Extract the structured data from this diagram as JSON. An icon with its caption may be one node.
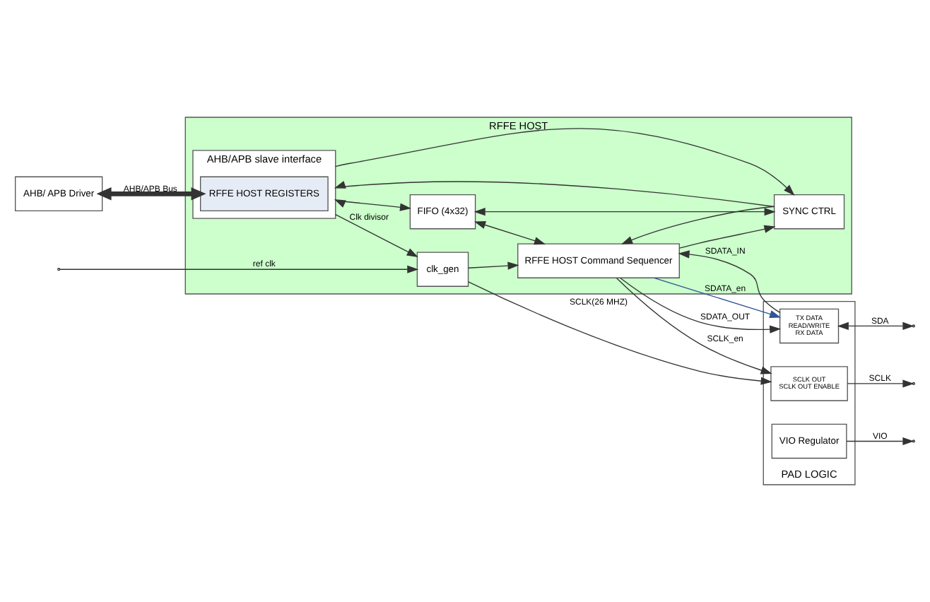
{
  "diagram": {
    "nodes": [
      {
        "text": [
          "RFFE HOST"
        ]
      },
      {
        "text": [
          "clk_gen"
        ],
        "in": 0
      },
      {
        "text": [
          "AHB/APB slave interface"
        ],
        "in": 0
      },
      {
        "text": [
          "RFFE HOST REGISTERS"
        ],
        "in": 2
      },
      {
        "text": [
          "FIFO (4x32)"
        ],
        "in": 0
      },
      {
        "text": [
          "SYNC CTRL"
        ],
        "in": 0
      },
      {
        "text": [
          "RFFE HOST Command Sequencer"
        ],
        "in": 0
      },
      {
        "text": [
          "PAD LOGIC"
        ]
      },
      {
        "text": [
          "SCLK OUT",
          "SCLK OUT ENABLE"
        ],
        "in": 7
      },
      {
        "text": [
          "TX DATA",
          "READ/WRITE",
          "RX DATA"
        ],
        "in": 7
      },
      {
        "text": [
          "VIO Regulator"
        ],
        "in": 7
      },
      {
        "text": [
          "AHB/ APB Driver"
        ]
      }
    ],
    "edges": [
      {
        "from": null,
        "to": 1,
        "arrow": "to",
        "label": "ref clk"
      },
      {
        "from": 2,
        "to": 1,
        "arrow": "to",
        "label": "Clk divisor"
      },
      {
        "from": 1,
        "to": 8,
        "arrow": "to",
        "label": "SCLK(26 MHZ)"
      },
      {
        "from": 1,
        "to": 6,
        "arrow": "to"
      },
      {
        "from": 6,
        "to": 8,
        "arrow": "to",
        "label": "SCLK_en"
      },
      {
        "from": 8,
        "to": null,
        "arrow": "to",
        "label": "SCLK"
      },
      {
        "from": 2,
        "to": 4,
        "arrow": "both"
      },
      {
        "from": 4,
        "to": 6,
        "arrow": "both"
      },
      {
        "from": 4,
        "to": 5,
        "arrow": "both"
      },
      {
        "from": 2,
        "to": 5,
        "arrow": "to"
      },
      {
        "from": 5,
        "to": 6,
        "arrow": "to"
      },
      {
        "from": 6,
        "to": 5,
        "arrow": "to"
      },
      {
        "from": 5,
        "to": 2,
        "arrow": "to"
      },
      {
        "from": 9,
        "to": 6,
        "arrow": "to",
        "label": "SDATA_IN"
      },
      {
        "from": 6,
        "to": 9,
        "arrow": "to",
        "label": "SDATA_en",
        "color": "#2f5597"
      },
      {
        "from": 6,
        "to": 9,
        "arrow": "to",
        "label": "SDATA_OUT"
      },
      {
        "from": 9,
        "to": null,
        "arrow": "both",
        "label": "SDA"
      },
      {
        "from": 10,
        "to": null,
        "arrow": "to",
        "label": "VIO"
      },
      {
        "from": 11,
        "to": 3,
        "arrow": "both",
        "label": "AHB/APB Bus",
        "style": "thick"
      }
    ]
  }
}
